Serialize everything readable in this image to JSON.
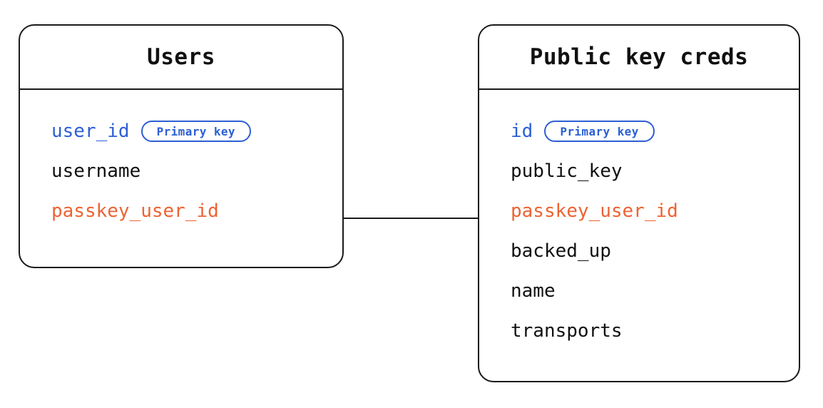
{
  "diagram": {
    "type": "entity-relationship-diagram",
    "background_color": "#ffffff",
    "colors": {
      "border": "#1a1a1a",
      "text": "#111111",
      "primary_key": "#2c5fd4",
      "foreign_key": "#ec6333"
    },
    "badge_label": "Primary key",
    "entities": [
      {
        "name": "users",
        "title": "Users",
        "fields": [
          {
            "label": "user_id",
            "role": "pk",
            "badge": "Primary key"
          },
          {
            "label": "username",
            "role": "normal",
            "badge": null
          },
          {
            "label": "passkey_user_id",
            "role": "fk",
            "badge": null
          }
        ]
      },
      {
        "name": "public-key-creds",
        "title": "Public key creds",
        "fields": [
          {
            "label": "id",
            "role": "pk",
            "badge": "Primary key"
          },
          {
            "label": "public_key",
            "role": "normal",
            "badge": null
          },
          {
            "label": "passkey_user_id",
            "role": "fk",
            "badge": null
          },
          {
            "label": "backed_up",
            "role": "normal",
            "badge": null
          },
          {
            "label": "name",
            "role": "normal",
            "badge": null
          },
          {
            "label": "transports",
            "role": "normal",
            "badge": null
          }
        ]
      }
    ],
    "relationships": [
      {
        "name": "users-to-public-key-creds",
        "from_entity": "users",
        "from_field": "passkey_user_id",
        "to_entity": "public-key-creds",
        "to_field": "passkey_user_id"
      }
    ]
  }
}
